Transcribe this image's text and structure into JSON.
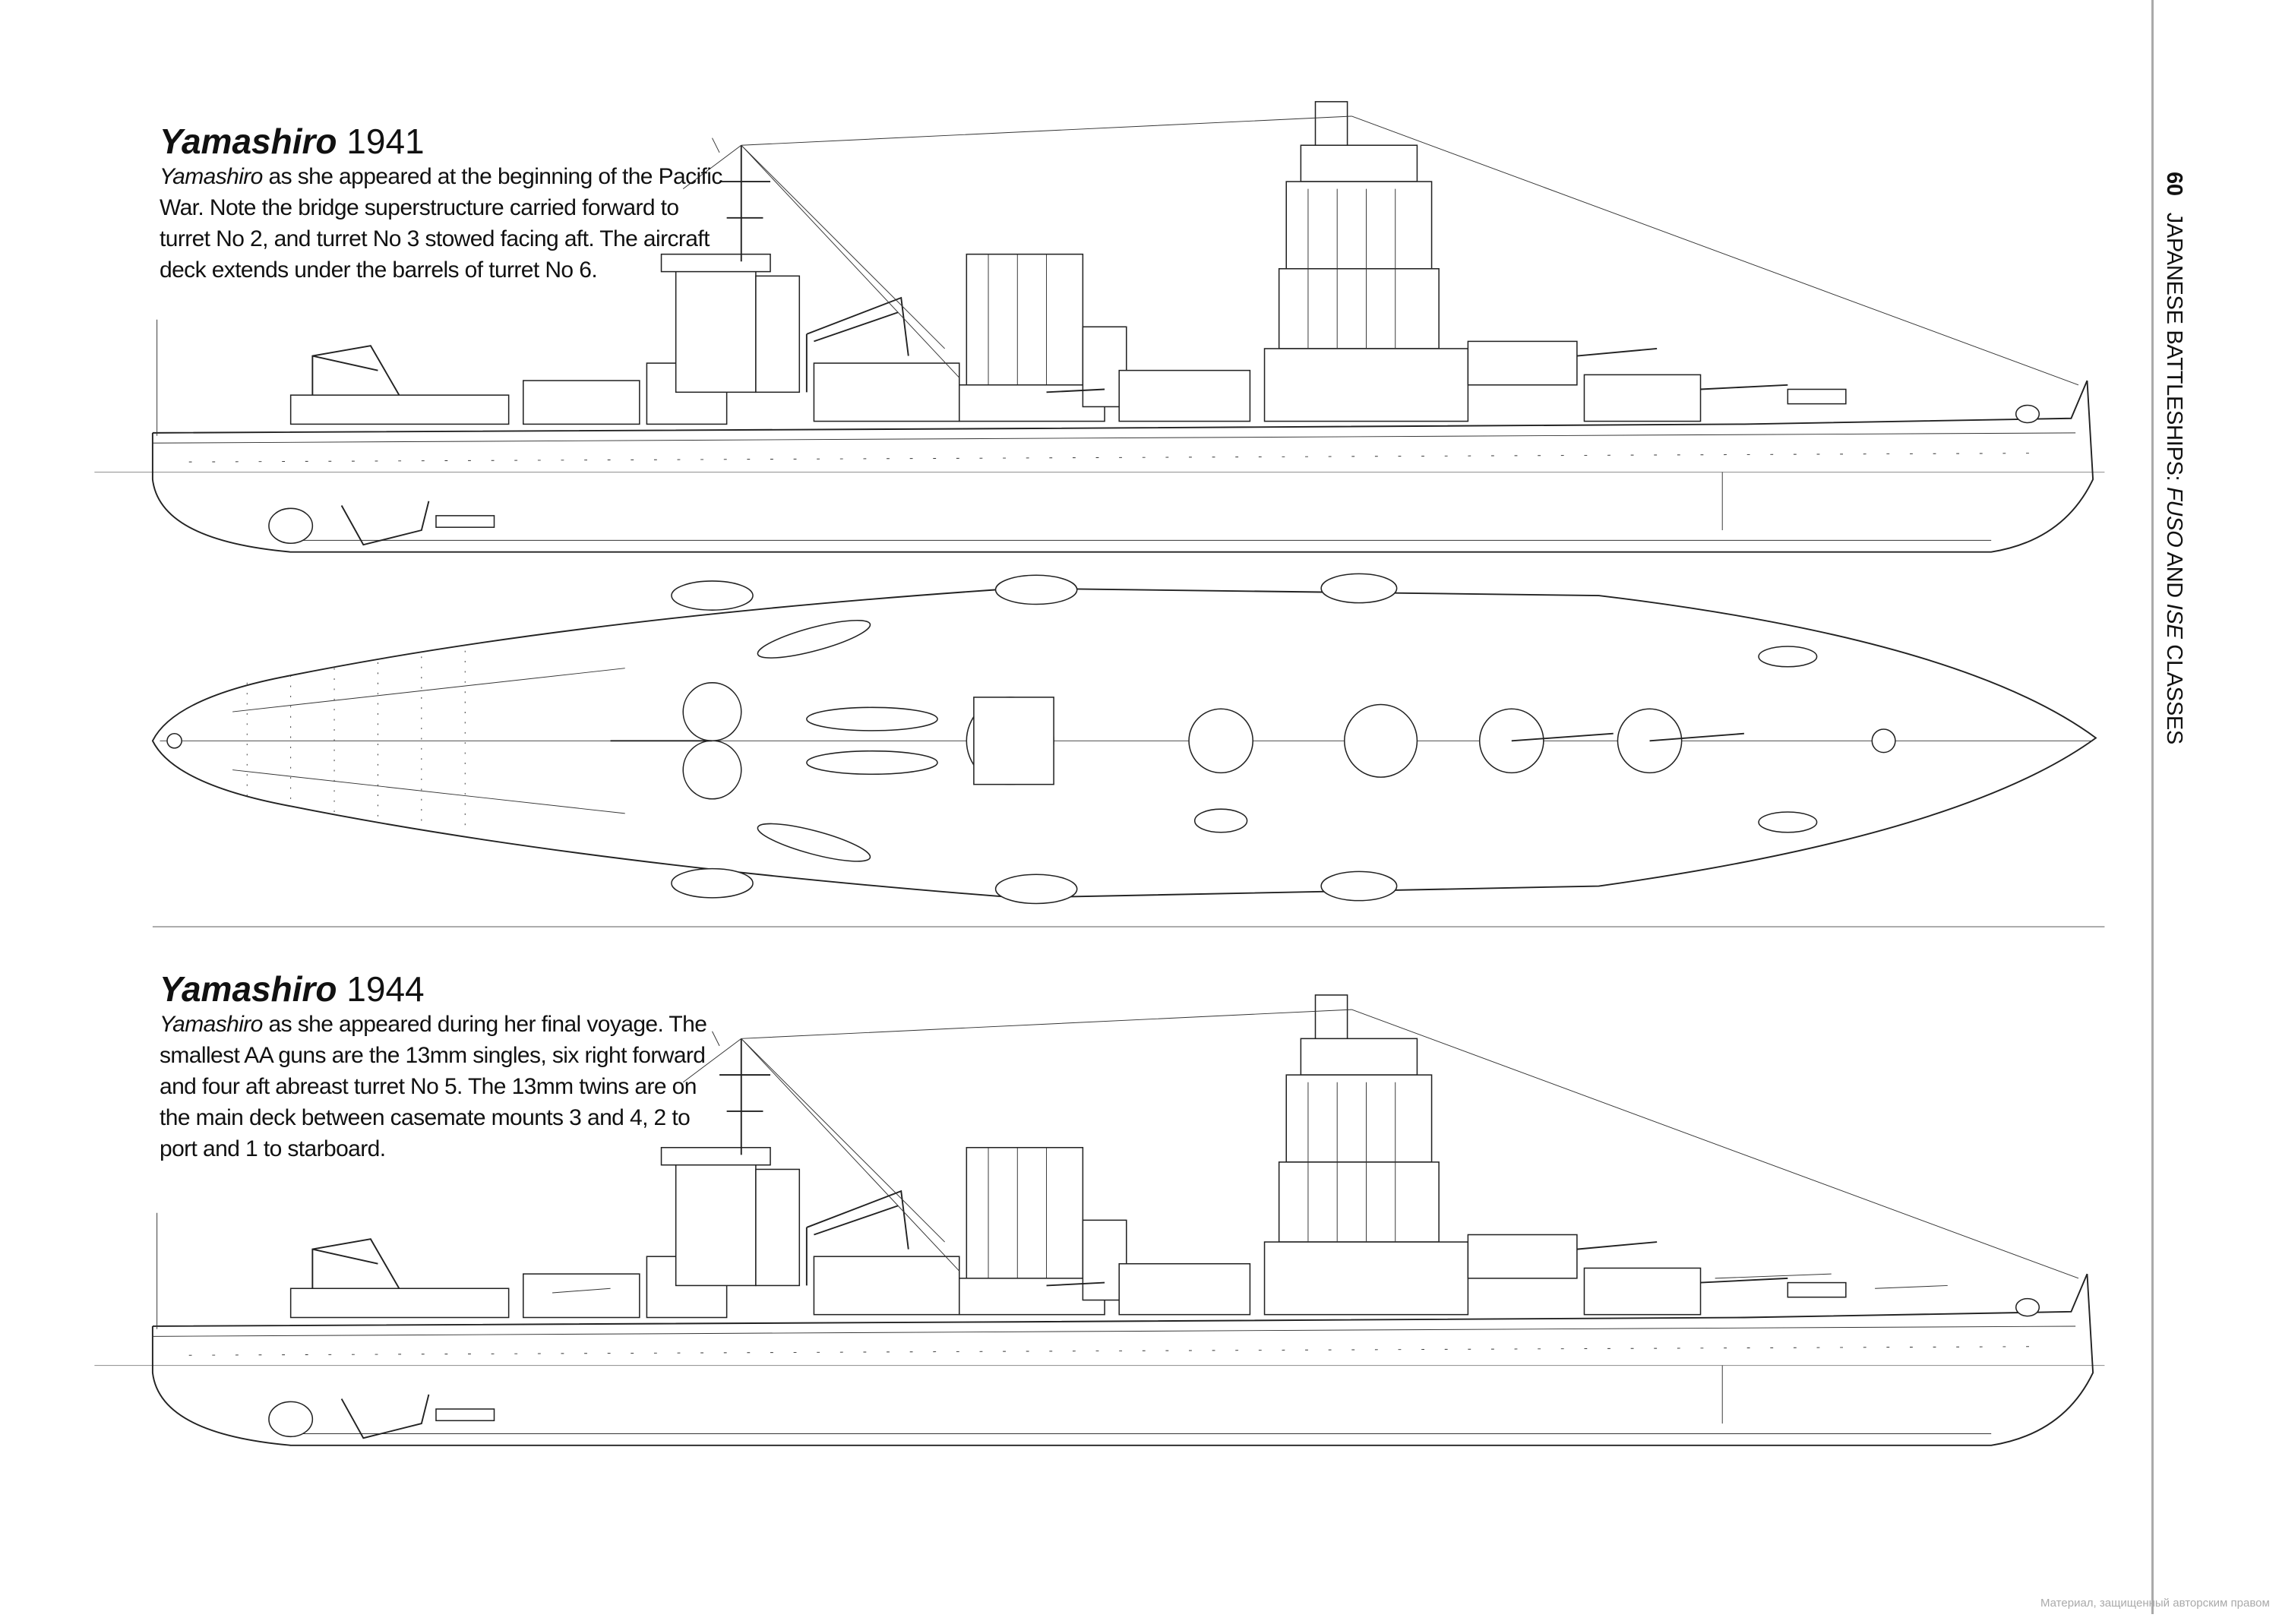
{
  "sections": [
    {
      "title_ship": "Yamashiro",
      "title_year": "1941",
      "lines": [
        {
          "italic": "Yamashiro",
          "text": " as she appeared at the beginning of the Pacific"
        },
        {
          "italic": "",
          "text": "War. Note the bridge superstructure carried forward to"
        },
        {
          "italic": "",
          "text": "turret No 2, and turret No 3 stowed facing aft.  The aircraft"
        },
        {
          "italic": "",
          "text": "deck extends under the barrels of turret No 6."
        }
      ]
    },
    {
      "title_ship": "Yamashiro",
      "title_year": "1944",
      "lines": [
        {
          "italic": "Yamashiro",
          "text": " as she appeared during her final voyage. The"
        },
        {
          "italic": "",
          "text": "smallest AA guns are the 13mm singles, six right forward"
        },
        {
          "italic": "",
          "text": "and four aft abreast turret No 5. The 13mm twins are on"
        },
        {
          "italic": "",
          "text": "the main deck between casemate mounts 3 and 4, 2 to"
        },
        {
          "italic": "",
          "text": "port and 1 to starboard."
        }
      ]
    }
  ],
  "running_head": {
    "page_number": "60",
    "part1": "JAPANESE BATTLESHIPS: ",
    "fuso": "FUSO",
    "part2": " AND ",
    "ise": "ISE",
    "part3": " CLASSES"
  },
  "watermark": "Материал, защищенный авторским правом"
}
